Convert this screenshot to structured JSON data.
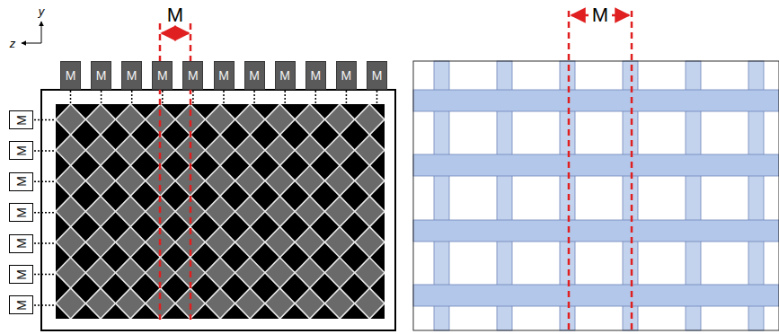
{
  "diagram": {
    "nodes": [
      {
        "text": [
          "M"
        ]
      },
      {
        "text": [
          "M"
        ]
      },
      {
        "text": [
          "M"
        ]
      },
      {
        "text": [
          "M"
        ]
      },
      {
        "text": [
          "M"
        ]
      },
      {
        "text": [
          "M"
        ]
      },
      {
        "text": [
          "M"
        ]
      },
      {
        "text": [
          "M"
        ]
      },
      {
        "text": [
          "M"
        ]
      },
      {
        "text": [
          "M"
        ]
      },
      {
        "text": [
          "M"
        ]
      },
      {
        "text": [
          "M"
        ]
      },
      {
        "text": [
          "M"
        ]
      },
      {
        "text": [
          "M"
        ]
      },
      {
        "text": [
          "M"
        ]
      },
      {
        "text": [
          "M"
        ]
      },
      {
        "text": [
          "M"
        ]
      },
      {
        "text": [
          "M"
        ]
      }
    ],
    "labels": [
      "M",
      "y",
      "z",
      "M"
    ]
  }
}
